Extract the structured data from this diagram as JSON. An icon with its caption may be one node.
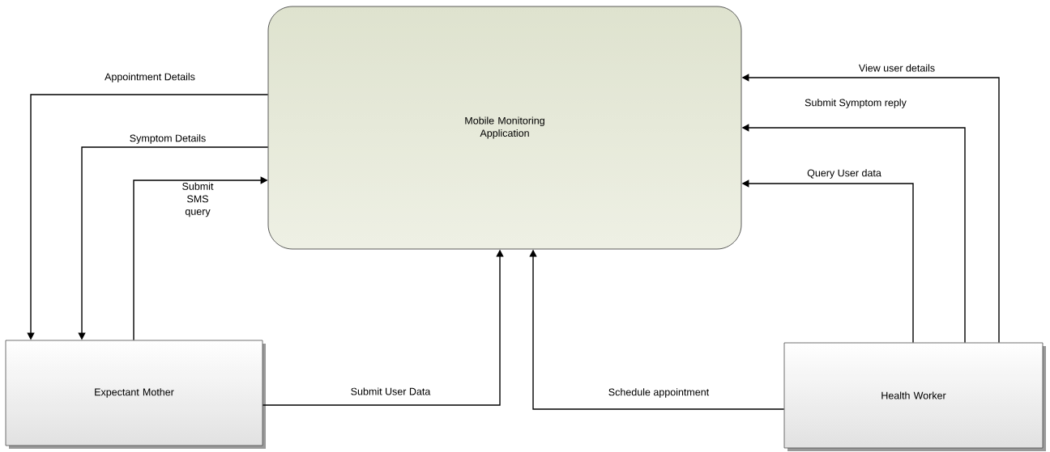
{
  "diagram": {
    "nodes": [
      {
        "text": [
          "Mobile Monitoring Application"
        ]
      },
      {
        "text": [
          "Expectant Mother"
        ]
      },
      {
        "text": [
          "Health Worker"
        ]
      }
    ],
    "edges": [
      {
        "from": 0,
        "to": 1,
        "arrow": "to",
        "label": "Appointment Details"
      },
      {
        "from": 0,
        "to": 1,
        "arrow": "to",
        "label": "Symptom Details"
      },
      {
        "from": 1,
        "to": 0,
        "arrow": "to",
        "label": "Submit SMS query"
      },
      {
        "from": 1,
        "to": 0,
        "arrow": "to",
        "label": "Submit User Data"
      },
      {
        "from": 2,
        "to": 0,
        "arrow": "to",
        "label": "Schedule appointment"
      },
      {
        "from": 2,
        "to": 0,
        "arrow": "to",
        "label": "Query User data"
      },
      {
        "from": 2,
        "to": 0,
        "arrow": "to",
        "label": "Submit Symptom reply"
      },
      {
        "from": 2,
        "to": 0,
        "arrow": "to",
        "label": "View user details"
      }
    ]
  }
}
